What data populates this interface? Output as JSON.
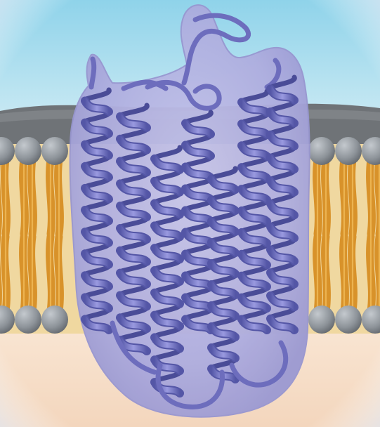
{
  "figure": {
    "subject": "transmembrane-protein-in-lipid-bilayer",
    "helix_count": 7,
    "lipid_rows": 2,
    "colors": {
      "sky_top": "#8fd3ea",
      "sky_bottom": "#c9e9f3",
      "cytoplasm": "#f7dfc8",
      "membrane_surface": "#6f7377",
      "lipid_head": "#8d9399",
      "lipid_tail": "#f2b54a",
      "protein_envelope": "#a9a7dc",
      "helix_ribbon": "#7f7fcf",
      "helix_ribbon_dark": "#5456a6",
      "vignette": "#d6e0f0"
    },
    "icons": [
      "lipid-head-icon",
      "lipid-tail-icon",
      "alpha-helix-icon"
    ]
  }
}
